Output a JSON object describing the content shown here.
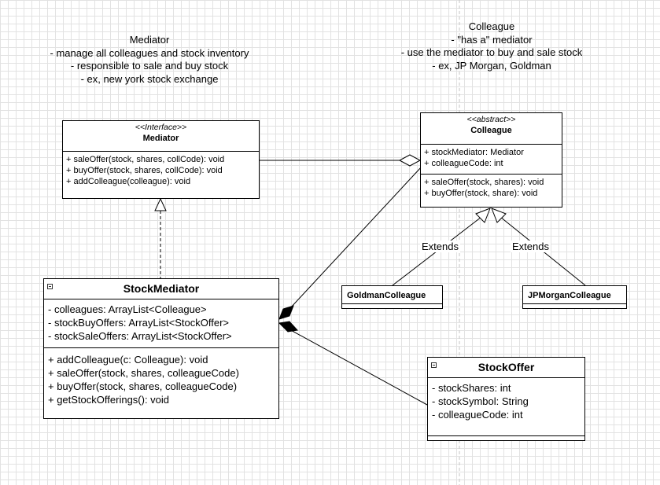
{
  "notes": {
    "mediator": {
      "lines": [
        "Mediator",
        "- manage all colleagues and stock inventory",
        "- responsible to sale and buy stock",
        "- ex, new york stock exchange"
      ]
    },
    "colleague": {
      "lines": [
        "Colleague",
        "- \"has a\" mediator",
        "- use the mediator to buy and sale stock",
        "- ex, JP Morgan, Goldman"
      ]
    }
  },
  "classes": {
    "mediator_interface": {
      "stereotype": "<<Interface>>",
      "name": "Mediator",
      "methods": [
        "+ saleOffer(stock, shares, collCode): void",
        "+ buyOffer(stock, shares, collCode): void",
        "+ addColleague(colleague): void"
      ]
    },
    "colleague_abstract": {
      "stereotype": "<<abstract>>",
      "name": "Colleague",
      "attributes": [
        "+ stockMediator: Mediator",
        "+ colleagueCode: int"
      ],
      "methods": [
        "+ saleOffer(stock, shares): void",
        "+ buyOffer(stock, share): void"
      ]
    },
    "stock_mediator": {
      "name": "StockMediator",
      "attributes": [
        "- colleagues: ArrayList<Colleague>",
        "- stockBuyOffers: ArrayList<StockOffer>",
        "- stockSaleOffers: ArrayList<StockOffer>"
      ],
      "methods": [
        "+ addColleague(c: Colleague): void",
        "+ saleOffer(stock, shares, colleagueCode)",
        "+ buyOffer(stock, shares, colleagueCode)",
        "+ getStockOfferings(): void"
      ]
    },
    "goldman": {
      "name": "GoldmanColleague"
    },
    "jpmorgan": {
      "name": "JPMorganColleague"
    },
    "stock_offer": {
      "name": "StockOffer",
      "attributes": [
        "- stockShares: int",
        "- stockSymbol: String",
        "- colleagueCode: int"
      ]
    }
  },
  "edge_labels": {
    "extends_left": "Extends",
    "extends_right": "Extends"
  }
}
